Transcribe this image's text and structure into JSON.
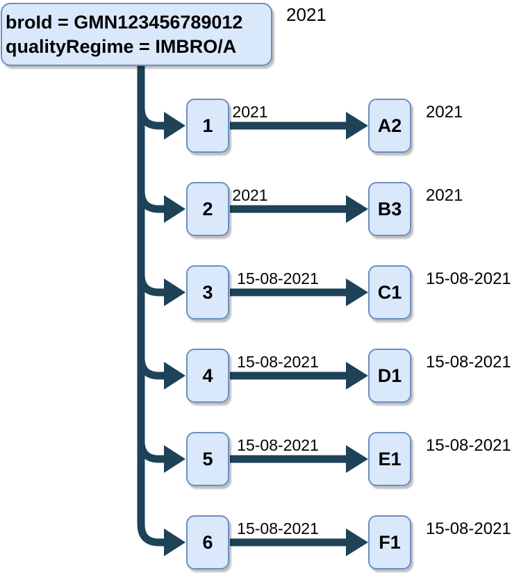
{
  "diagram": {
    "root": {
      "line1": "broId = GMN123456789012",
      "line2": "qualityRegime = IMBRO/A",
      "side_label": "2021"
    },
    "rows": [
      {
        "source": "1",
        "edge_label": "2021",
        "target": "A2",
        "side_label": "2021"
      },
      {
        "source": "2",
        "edge_label": "2021",
        "target": "B3",
        "side_label": "2021"
      },
      {
        "source": "3",
        "edge_label": "15-08-2021",
        "target": "C1",
        "side_label": "15-08-2021"
      },
      {
        "source": "4",
        "edge_label": "15-08-2021",
        "target": "D1",
        "side_label": "15-08-2021"
      },
      {
        "source": "5",
        "edge_label": "15-08-2021",
        "target": "E1",
        "side_label": "15-08-2021"
      },
      {
        "source": "6",
        "edge_label": "15-08-2021",
        "target": "F1",
        "side_label": "15-08-2021"
      }
    ],
    "colors": {
      "node_fill": "#dae8fc",
      "node_border": "#6c8ebf",
      "edge": "#1e4257",
      "text": "#000000",
      "background": "#ffffff"
    }
  }
}
